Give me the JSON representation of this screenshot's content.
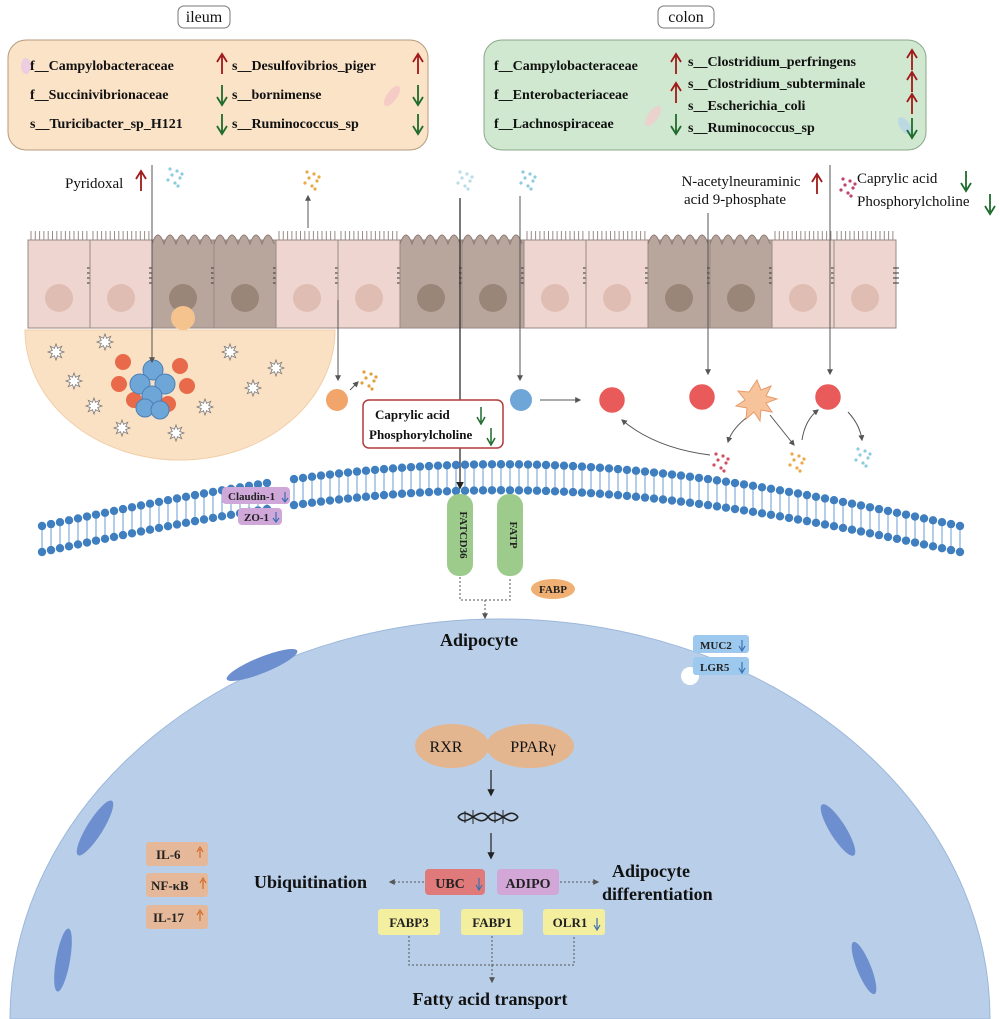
{
  "regions": {
    "ileum": "ileum",
    "colon": "colon"
  },
  "ileum_taxa": {
    "left": [
      "f__Campylobacteraceae",
      "f__Succinivibrionaceae",
      "s__Turicibacter_sp_H121"
    ],
    "left_dirs": [
      "up",
      "down",
      "down"
    ],
    "right": [
      "s__Desulfovibrios_piger",
      "s__bornimense",
      "s__Ruminococcus_sp"
    ],
    "right_dirs": [
      "up",
      "down",
      "down"
    ]
  },
  "colon_taxa": {
    "left": [
      "f__Campylobacteraceae",
      "f__Enterobacteriaceae",
      "f__Lachnospiraceae"
    ],
    "left_dirs": [
      "up",
      "up",
      "down"
    ],
    "right": [
      "s__Clostridium_perfringens",
      "s__Clostridium_subterminale",
      "s__Escherichia_coli",
      "s__Ruminococcus_sp"
    ],
    "right_dirs": [
      "up",
      "up",
      "up",
      "down"
    ]
  },
  "metabolites": {
    "pyridoxal": "Pyridoxal",
    "n_acetyl_line1": "N-acetylneuraminic",
    "n_acetyl_line2": "acid 9-phosphate",
    "caprylic_acid": "Caprylic acid",
    "phosphorylcholine": "Phosphorylcholine",
    "box_caprylic": "Caprylic acid",
    "box_phosphorylcholine": "Phosphorylcholine"
  },
  "membrane": {
    "claudin": "Claudin-1",
    "zo1": "ZO-1",
    "fatcd36": "FATCD36",
    "fatp": "FATP",
    "fabp": "FABP"
  },
  "cell": {
    "title": "Adipocyte",
    "muc2": "MUC2",
    "lgr5": "LGR5",
    "rxr": "RXR",
    "ppar": "PPARγ",
    "il6": "IL-6",
    "nfkb": "NF-κB",
    "il17": "IL-17",
    "ubiquitination": "Ubiquitination",
    "ubc": "UBC",
    "adipo": "ADIPO",
    "adipocyte_diff_line1": "Adipocyte",
    "adipocyte_diff_line2": "differentiation",
    "fabp3": "FABP3",
    "fabp1": "FABP1",
    "olr1": "OLR1",
    "fatty_acid_transport": "Fatty acid transport"
  },
  "colors": {
    "up_arrow": "#a01818",
    "down_arrow": "#1e6b2c",
    "ileum_box": "#fbe3c8",
    "colon_box": "#cfe8cf",
    "cell_fill": "#b9cfe9",
    "membrane_head": "#3f7fc0",
    "enterocyte": "#eed5cf",
    "goblet": "#b8a59c",
    "receptor": "#9ccb8c",
    "fabp_bubble": "#f0b073",
    "rxr_fill": "#e4b690"
  }
}
